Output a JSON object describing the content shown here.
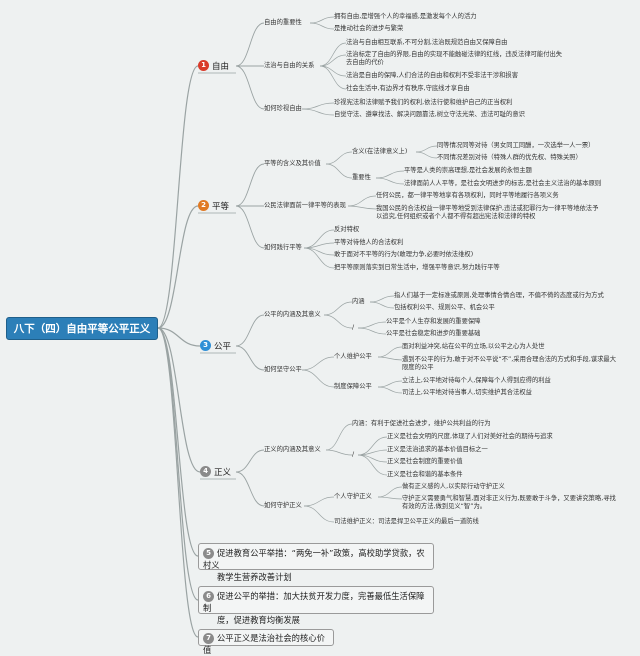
{
  "root": {
    "title": "八下（四）自由平等公平正义"
  },
  "branches": [
    {
      "id": "b1",
      "num": "1",
      "label": "自由",
      "color": "#d93b2a",
      "subs": [
        {
          "label": "自由的重要性",
          "leaves": [
            "拥有自由,是增强个人的幸福感,是激发每个人的活力",
            "是推动社会的进步与繁荣"
          ]
        },
        {
          "label": "法治与自由的关系",
          "leaves": [
            "法治与自由相互联系,不可分割,法治既规范自由又保障自由",
            "法治标定了自由的界限,自由的实现不能触碰法律的红线，违反法律可能付出失去自由的代价",
            "法治是自由的保障,人们合法的自由和权利不受非法干涉和损害",
            "社会生活中,有边界才有秩序,守底线才享自由"
          ]
        },
        {
          "label": "如何珍视自由",
          "leaves": [
            "珍视宪法和法律赋予我们的权利,依法行使和维护自己的正当权利",
            "自觉守法、遵章找法、解决问题靠法,树立守法光荣、违法可耻的意识"
          ]
        }
      ]
    },
    {
      "id": "b2",
      "num": "2",
      "label": "平等",
      "color": "#e07a24",
      "subs": [
        {
          "label": "平等的含义及其价值",
          "groups": [
            {
              "label": "含义(在法律意义上)",
              "leaves": [
                "同等情况同等对待（男女同工同酬，一次选举一人一票）",
                "不同情况差别对待（特殊人群的优先权、特殊关照）"
              ]
            },
            {
              "label": "重要性",
              "leaves": [
                "平等是人类的崇高理想,是社会发展的永恒主题",
                "法律面前人人平等，是社会文明进步的标志,是社会主义法治的基本原则"
              ]
            }
          ]
        },
        {
          "label": "公民法律面前一律平等的表现",
          "leaves": [
            "任何公民，都一律平等地享有各项权利，同时平等地履行各项义务",
            "我国公民的合法权益一律平等地受到法律保护,违法或犯罪行为一律平等地依法予以追究,任何组织或者个人都不得有超出宪法和法律的特权"
          ]
        },
        {
          "label": "如何践行平等",
          "leaves": [
            "反对特权",
            "平等对待他人的合法权利",
            "敢于面对不平等的行为(敢理力争,必要时依法维权)",
            "把平等原则落实到日常生活中，增强平等意识,努力践行平等"
          ]
        }
      ]
    },
    {
      "id": "b3",
      "num": "3",
      "label": "公平",
      "color": "#2f8fd6",
      "subs": [
        {
          "label": "公平的内涵及其意义",
          "groups": [
            {
              "label": "内涵",
              "leaves": [
                "指人们基于一定标准或原则,处理事情合情合理，不偏不倚的态度或行为方式",
                "包括权利公平、规则公平、机会公平"
              ]
            },
            {
              "label": "/",
              "leaves": [
                "公平是个人生存和发展的重要保障",
                "公平是社会稳定和进步的重要基础"
              ]
            }
          ]
        },
        {
          "label": "如何坚守公平",
          "groups": [
            {
              "label": "个人维护公平",
              "leaves": [
                "面对利益冲突,站在公平的立场,以公平之心为人处世",
                "遇到不公平的行为,敢于对不公平说“不”,采用合理合法的方式和手段,谋求最大限度的公平"
              ]
            },
            {
              "label": "制度保障公平",
              "leaves": [
                "立法上,公平地对待每个人,保障每个人得到应得的利益",
                "司法上,公平地对待当事人,切实维护其合法权益"
              ]
            }
          ]
        }
      ]
    },
    {
      "id": "b4",
      "num": "4",
      "label": "正义",
      "color": "#8a8a8a",
      "subs": [
        {
          "label": "正义的内涵及其意义",
          "groups": [
            {
              "label": "内涵：有利于促进社会进步，维护公共利益的行为",
              "leaves": []
            },
            {
              "label": "/",
              "leaves": [
                "正义是社会文明的尺度,体现了人们对美好社会的期待与追求",
                "正义是法治追求的基本价值目标之一",
                "正义是社会制度的重要价值",
                "正义是社会和谐的基本条件"
              ]
            }
          ]
        },
        {
          "label": "如何守护正义",
          "groups": [
            {
              "label": "个人守护正义",
              "leaves": [
                "做有正义感的人,以实际行动守护正义",
                "守护正义需要勇气和智慧,面对非正义行为,既要敢于斗争，又要讲究策略,寻找有效的方法,做到见义“智”为。"
              ]
            },
            {
              "label": "司法维护正义：司法是捍卫公平正义的最后一道防线",
              "leaves": []
            }
          ]
        }
      ]
    }
  ],
  "boxes": [
    {
      "num": "5",
      "lines": [
        "促进教育公平举措：“两免一补”政策，高校助学贷款，农村义",
        "教学生营养改善计划"
      ]
    },
    {
      "num": "6",
      "lines": [
        "促进公平的举措：加大扶贫开发力度，完善最低生活保障制",
        "度，促进教育均衡发展"
      ]
    },
    {
      "num": "7",
      "lines": [
        "公平正义是法治社会的核心价值"
      ]
    }
  ]
}
